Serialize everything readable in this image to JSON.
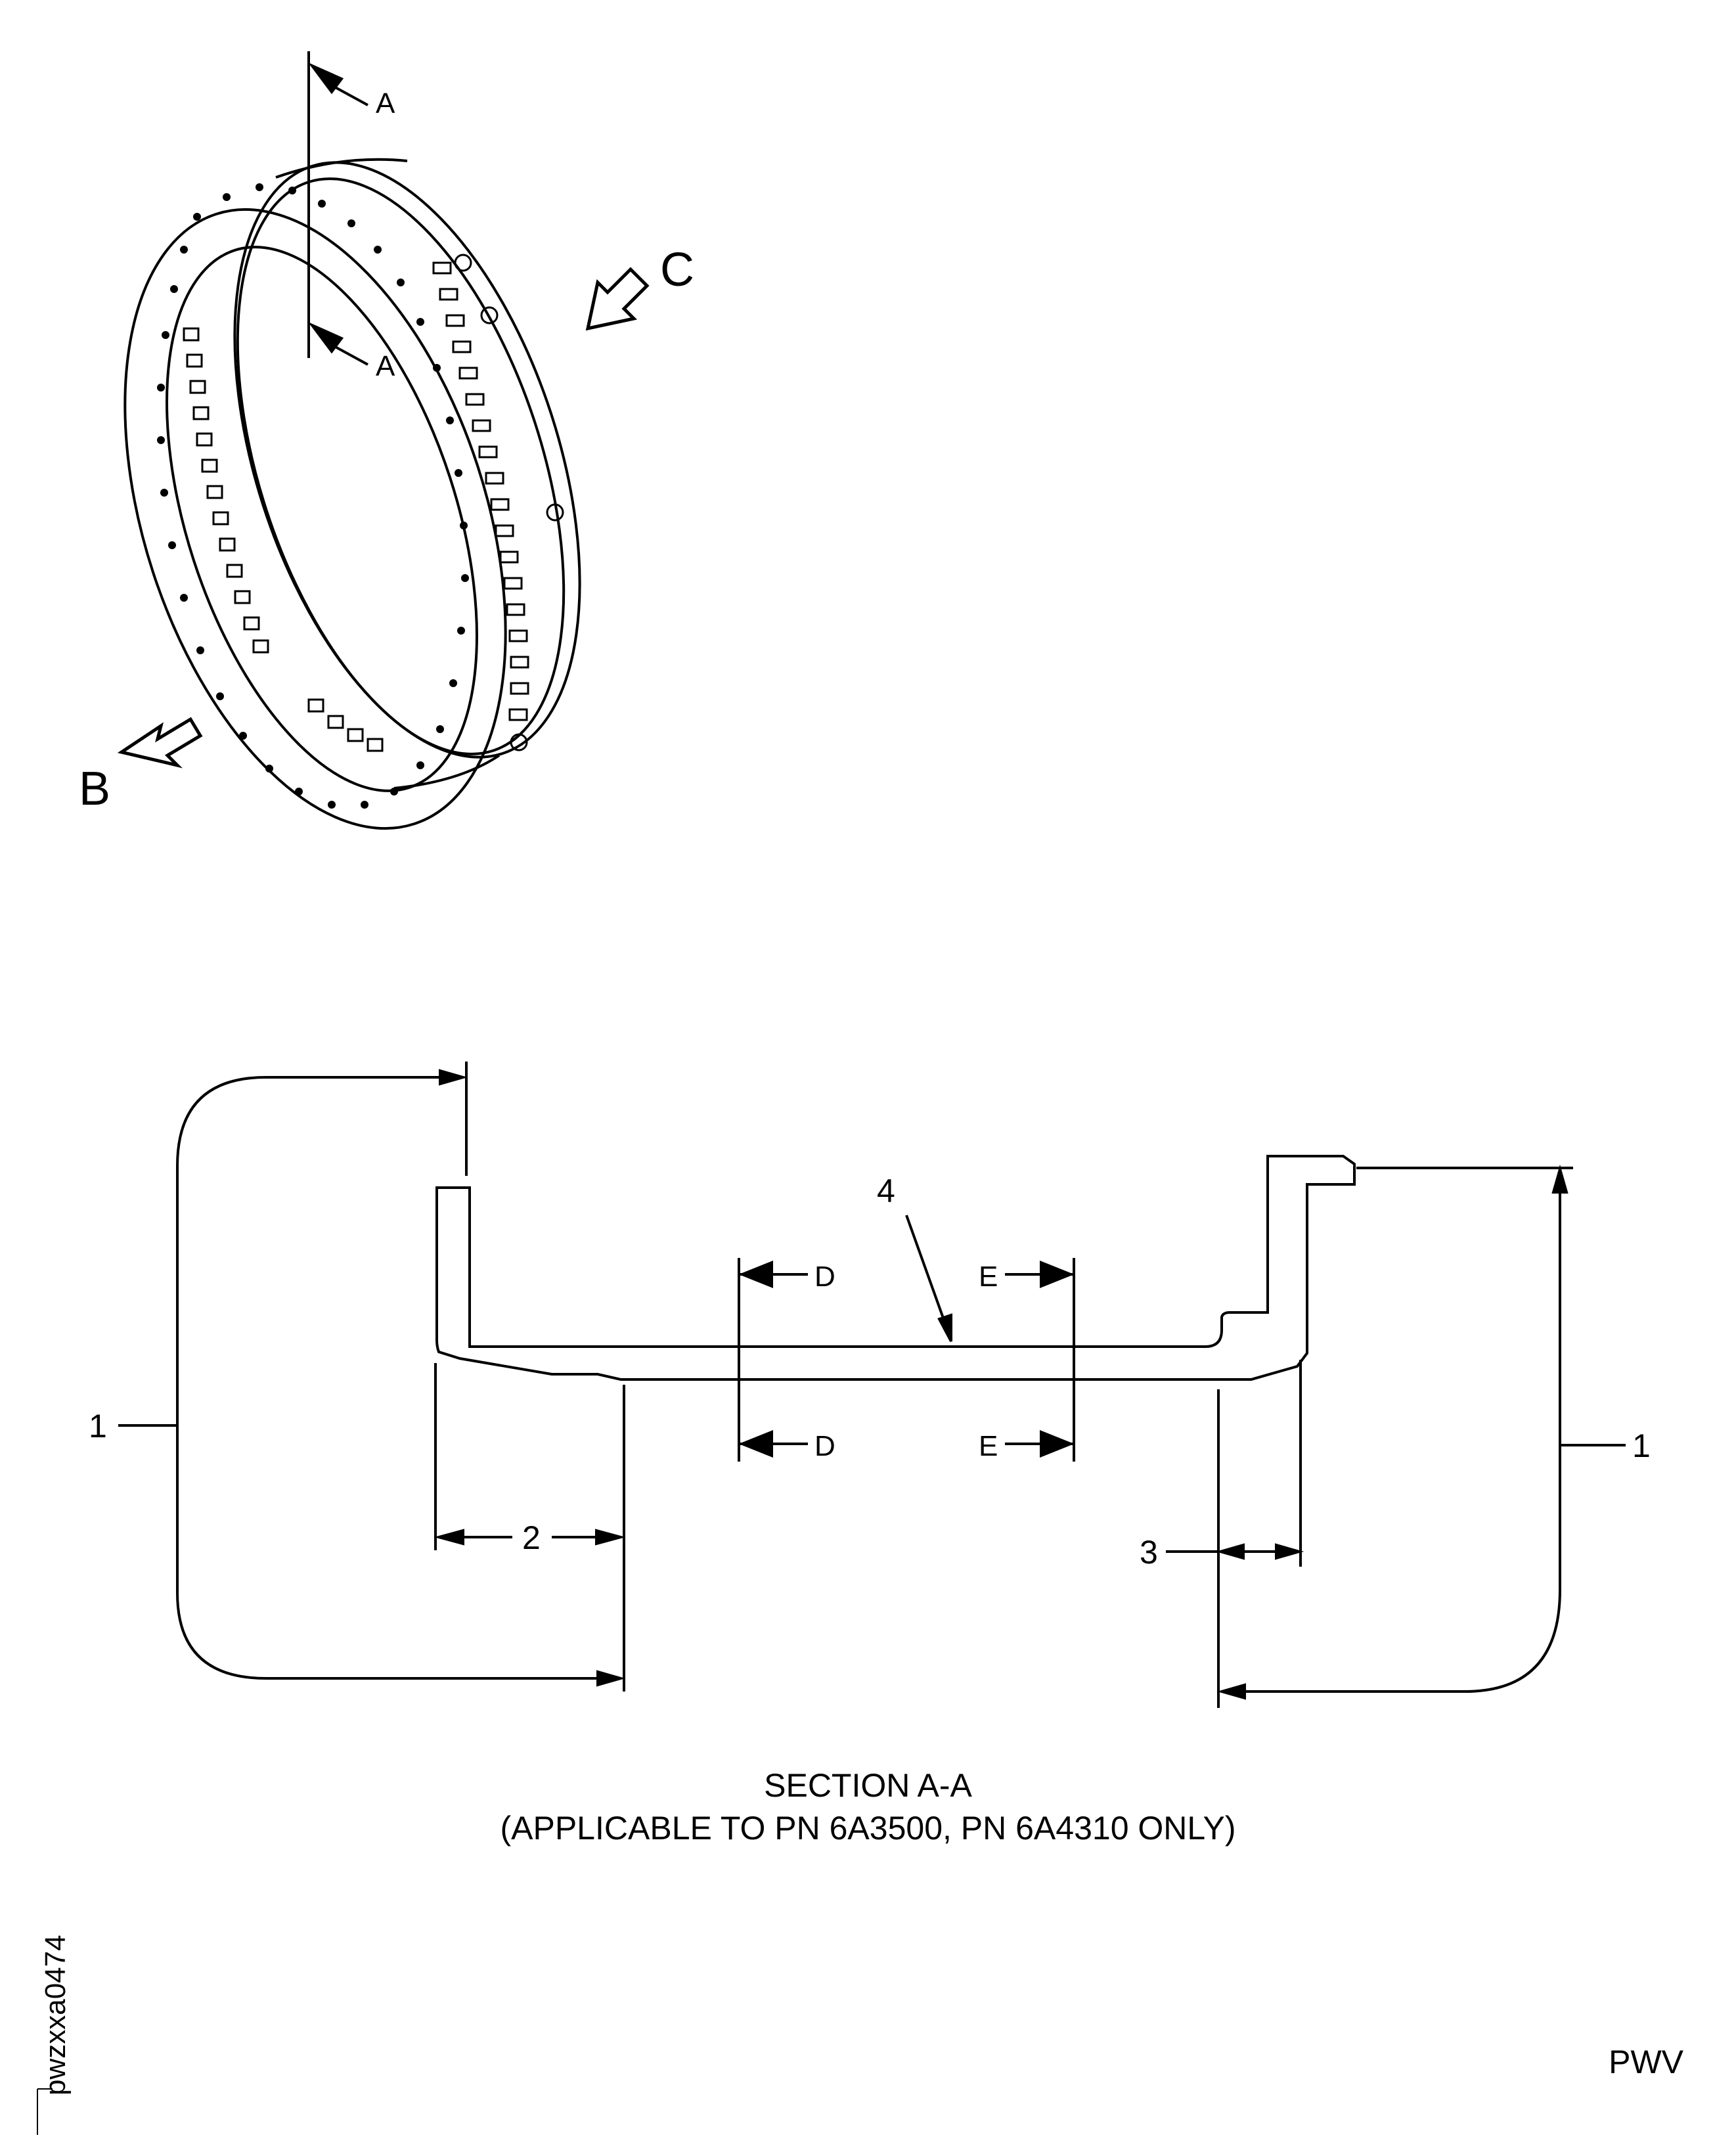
{
  "iso_view": {
    "section_cut_label_top": "A",
    "section_cut_label_bottom": "A",
    "view_arrow_b": "B",
    "view_arrow_c": "C"
  },
  "section": {
    "callout_1_left": "1",
    "callout_1_right": "1",
    "callout_2": "2",
    "callout_3": "3",
    "callout_4": "4",
    "view_d_top": "D",
    "view_d_bottom": "D",
    "view_e_top": "E",
    "view_e_bottom": "E"
  },
  "caption": {
    "title": "SECTION A-A",
    "subtitle": "(APPLICABLE TO PN 6A3500, PN 6A4310 ONLY)"
  },
  "figure_id": "pwzxxa0474",
  "footer_code": "PWV"
}
